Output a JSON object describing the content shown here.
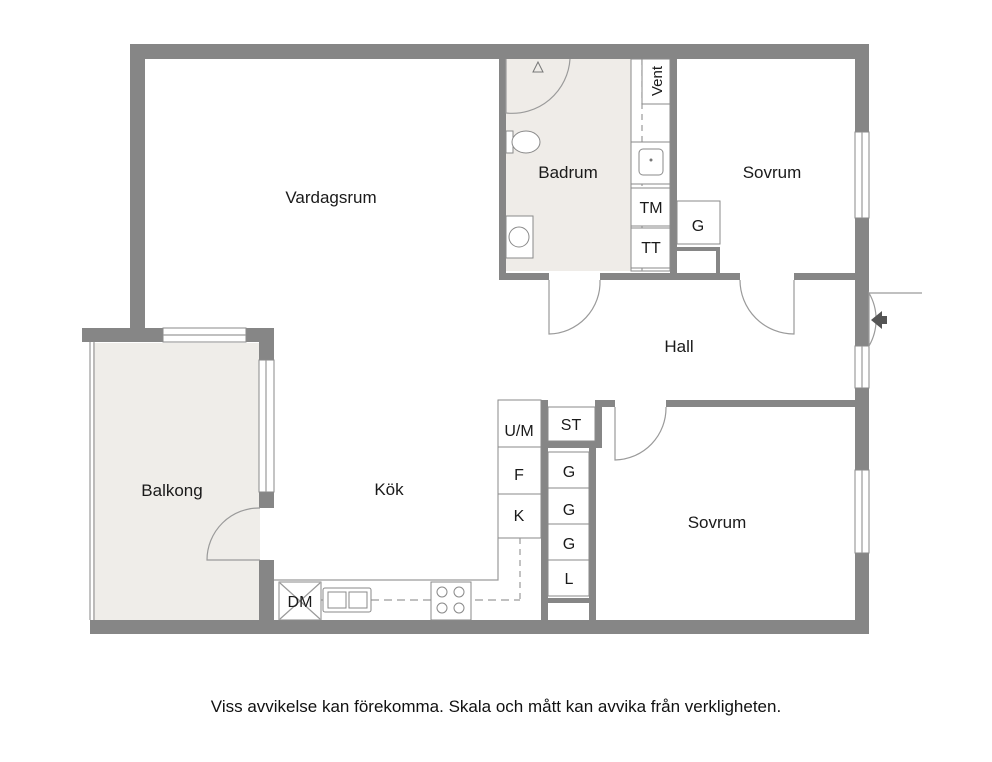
{
  "rooms": {
    "vardagsrum": "Vardagsrum",
    "badrum": "Badrum",
    "sovrum_1": "Sovrum",
    "sovrum_2": "Sovrum",
    "hall": "Hall",
    "balkong": "Balkong",
    "kok": "Kök"
  },
  "fixtures": {
    "vent": "Vent",
    "tm": "TM",
    "tt": "TT",
    "g_bedroom": "G",
    "um": "U/M",
    "st": "ST",
    "f": "F",
    "k": "K",
    "g1": "G",
    "g2": "G",
    "g3": "G",
    "l": "L",
    "dm": "DM"
  },
  "colors": {
    "wall": "#868686",
    "wet_room_floor": "#efece8",
    "balcony_floor": "#efede9",
    "background": "#ffffff"
  },
  "disclaimer": "Viss avvikelse kan förekomma. Skala och mått kan avvika från verkligheten."
}
